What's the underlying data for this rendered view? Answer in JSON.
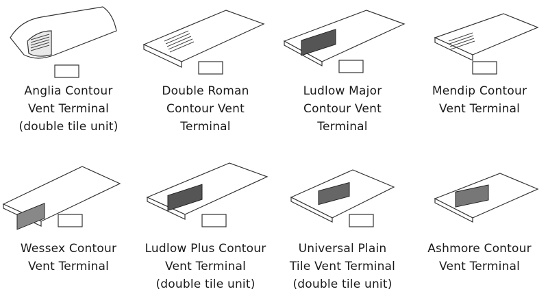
{
  "products": [
    {
      "id": "anglia",
      "lines": [
        "Anglia Contour",
        "Vent Terminal",
        "(double tile unit)"
      ],
      "icon": "double-pantile-vent-icon"
    },
    {
      "id": "double-roman",
      "lines": [
        "Double Roman",
        "Contour Vent",
        "Terminal"
      ],
      "icon": "double-roman-vent-icon"
    },
    {
      "id": "ludlow-major",
      "lines": [
        "Ludlow Major",
        "Contour Vent",
        "Terminal"
      ],
      "icon": "ludlow-major-vent-icon"
    },
    {
      "id": "mendip",
      "lines": [
        "Mendip Contour",
        "Vent Terminal"
      ],
      "icon": "mendip-vent-icon"
    },
    {
      "id": "wessex",
      "lines": [
        "Wessex Contour",
        "Vent Terminal"
      ],
      "icon": "wessex-vent-icon"
    },
    {
      "id": "ludlow-plus",
      "lines": [
        "Ludlow Plus Contour",
        "Vent Terminal",
        "(double tile unit)"
      ],
      "icon": "ludlow-plus-vent-icon"
    },
    {
      "id": "universal-plain",
      "lines": [
        "Universal Plain",
        "Tile Vent Terminal",
        "(double tile unit)"
      ],
      "icon": "plain-tile-vent-icon"
    },
    {
      "id": "ashmore",
      "lines": [
        "Ashmore Contour",
        "Vent Terminal"
      ],
      "icon": "ashmore-vent-icon"
    }
  ]
}
